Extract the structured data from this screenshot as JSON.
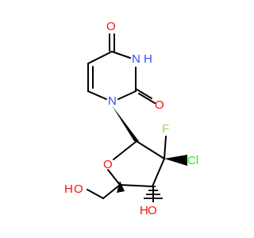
{
  "colors": {
    "bond": "#000000",
    "oxygen": "#ff0d0d",
    "nitrogen": "#3050f8",
    "fluorine": "#90e050",
    "chlorine": "#1ff01f"
  },
  "atoms": {
    "o_top": "O",
    "nh": "N",
    "h_on_n": "H",
    "o_right": "O",
    "n1": "N",
    "f": "F",
    "cl": "Cl",
    "ring_o": "O",
    "oh_bottom_o": "O",
    "oh_bottom_h": "H",
    "ho_left_h": "H",
    "ho_left_o": "O"
  }
}
